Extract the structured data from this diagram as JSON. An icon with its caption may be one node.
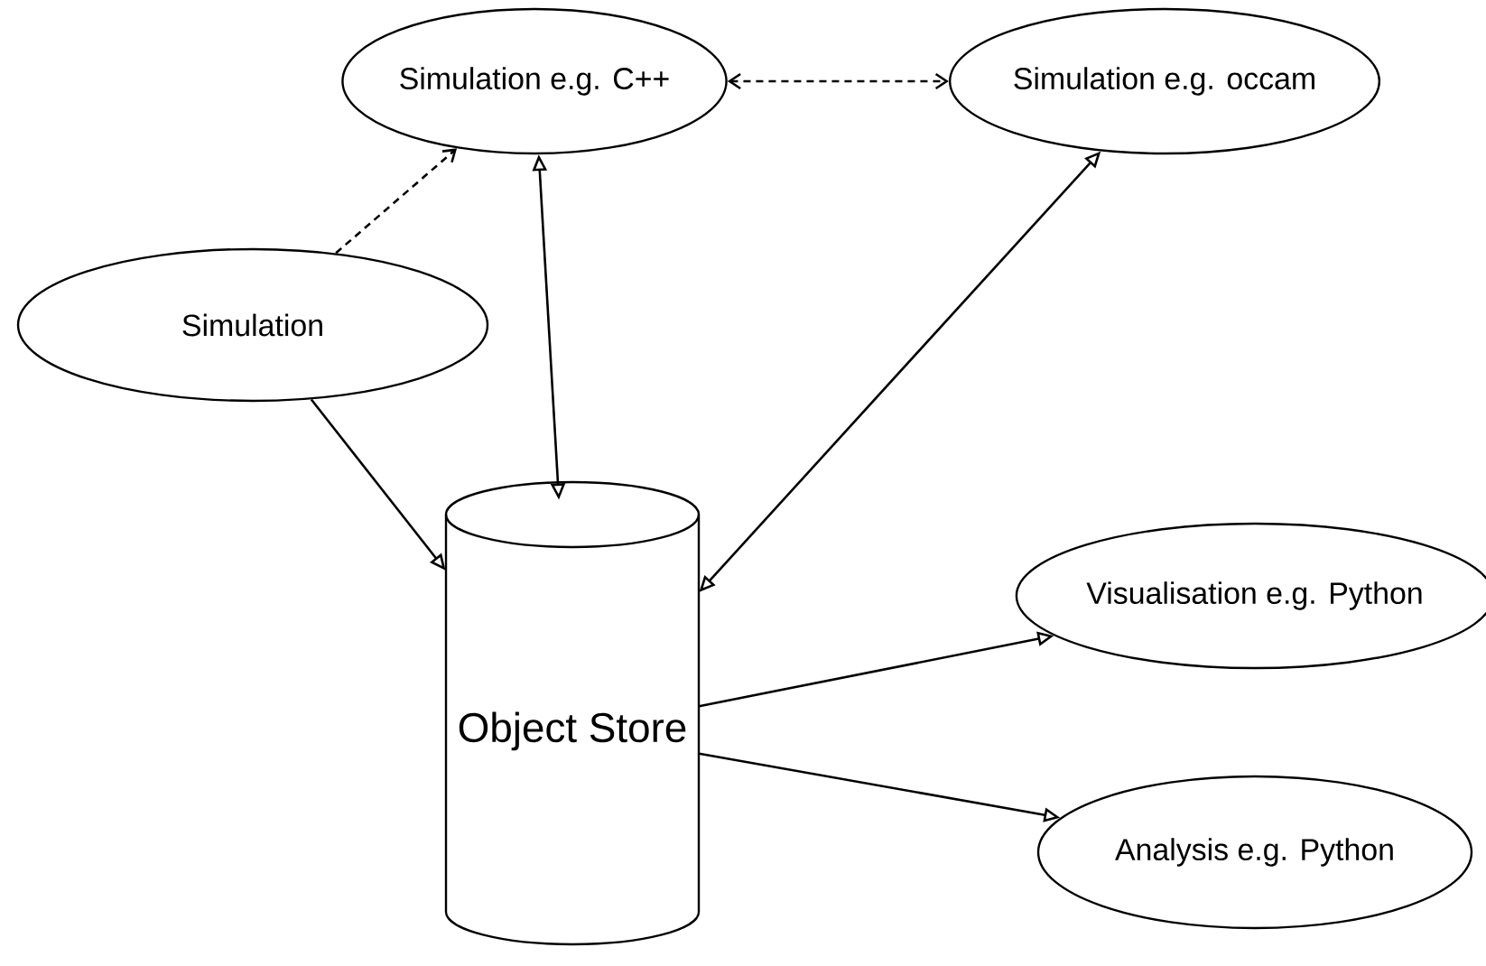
{
  "diagram": {
    "nodes": [
      {
        "text": [
          "Simulation e.g. C++"
        ]
      },
      {
        "text": [
          "Simulation e.g. occam"
        ]
      },
      {
        "text": [
          "Simulation"
        ]
      },
      {
        "text": [
          "Object Store"
        ]
      },
      {
        "text": [
          "Visualisation e.g. Python"
        ]
      },
      {
        "text": [
          "Analysis e.g. Python"
        ]
      }
    ],
    "edges": [
      {
        "from": 2,
        "to": 0,
        "arrow": "to",
        "style": "dashed"
      },
      {
        "from": 0,
        "to": 1,
        "arrow": "both",
        "style": "dashed"
      },
      {
        "from": 0,
        "to": 3,
        "arrow": "both"
      },
      {
        "from": 1,
        "to": 3,
        "arrow": "both"
      },
      {
        "from": 2,
        "to": 3,
        "arrow": "to"
      },
      {
        "from": 3,
        "to": 4,
        "arrow": "to"
      },
      {
        "from": 3,
        "to": 5,
        "arrow": "to"
      }
    ]
  }
}
